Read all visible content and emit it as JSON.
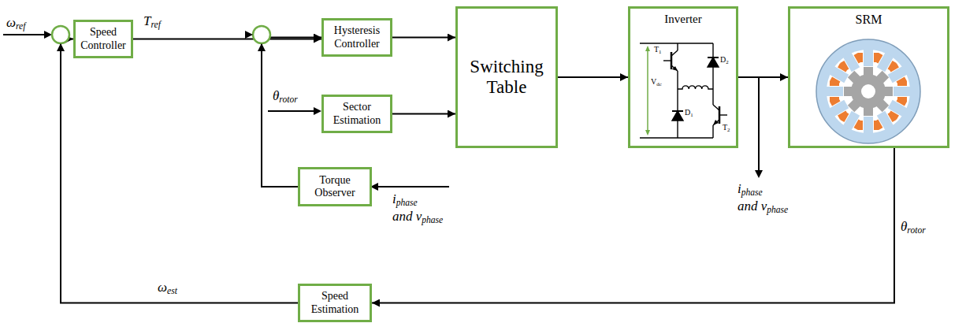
{
  "diagram": {
    "nodes": [
      {
        "text": [
          "Speed Controller"
        ]
      },
      {
        "text": [
          "Hysteresis Controller"
        ]
      },
      {
        "text": [
          "Switching Table"
        ]
      },
      {
        "text": [
          "Inverter"
        ]
      },
      {
        "text": [
          "SRM"
        ]
      },
      {
        "text": [
          "Sector Estimation"
        ]
      },
      {
        "text": [
          "Torque Observer"
        ]
      },
      {
        "text": [
          "Speed Estimation"
        ]
      }
    ],
    "edges": [
      {
        "from": 0,
        "to": 1,
        "label": "Tref",
        "arrow": "to"
      },
      {
        "from": 1,
        "to": 2,
        "arrow": "to"
      },
      {
        "from": 5,
        "to": 2,
        "arrow": "to"
      },
      {
        "from": 2,
        "to": 3,
        "arrow": "to"
      },
      {
        "from": 3,
        "to": 4,
        "arrow": "to"
      },
      {
        "from": 6,
        "to": 1,
        "arrow": "to"
      },
      {
        "from": 4,
        "to": 7,
        "label": "θrotor",
        "arrow": "to"
      },
      {
        "from": 7,
        "to": 0,
        "label": "ωest",
        "arrow": "to"
      }
    ],
    "labels": [
      "ωref",
      "θrotor",
      "iphase and vphase",
      "Vdc",
      "T1",
      "D1",
      "D2",
      "T2",
      "iphase and vphase"
    ]
  }
}
